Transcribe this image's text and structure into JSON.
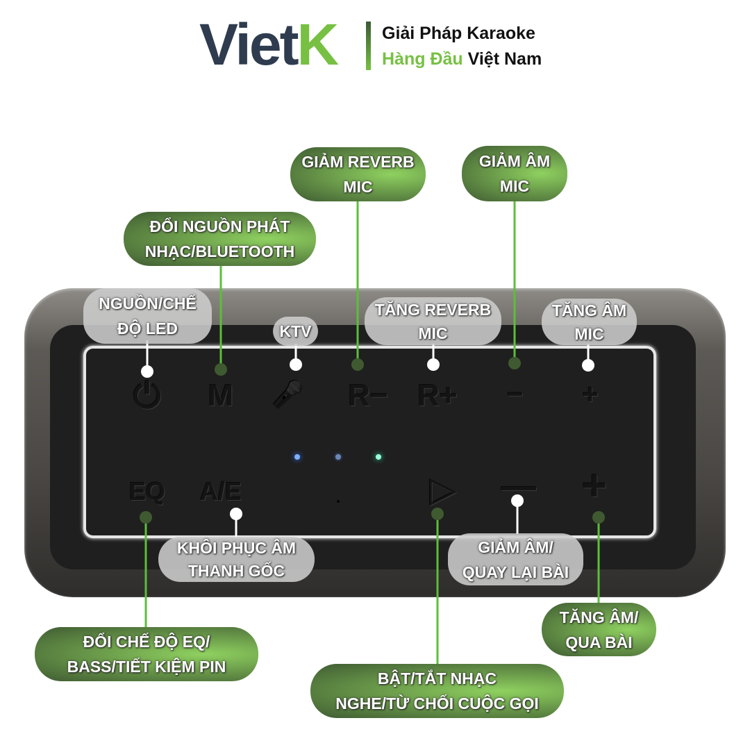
{
  "brand": {
    "logo_main": "Viet",
    "logo_accent": "K",
    "tagline_line1": "Giải Pháp Karaoke",
    "tagline_line2_green": "Hàng Đầu",
    "tagline_line2_dark": "Việt Nam",
    "accent_color": "#77c043",
    "dark_color": "#2f3c4f"
  },
  "buttons": {
    "power": "⏻",
    "mode": "M",
    "ktv": "🎤",
    "reverb_down": "R−",
    "reverb_up": "R+",
    "mic_down": "−",
    "mic_up": "+",
    "eq": "EQ",
    "ae": "A/E",
    "play": "▷",
    "vol_down": "—",
    "vol_up": "+"
  },
  "labels": {
    "giam_reverb": [
      "GIẢM REVERB",
      "MIC"
    ],
    "giam_am_mic": [
      "GIẢM ÂM",
      "MIC"
    ],
    "doi_nguon": [
      "ĐỔI NGUỒN PHÁT",
      "NHẠC/BLUETOOTH"
    ],
    "nguon_led": [
      "NGUỒN/CHẾ",
      "ĐỘ LED"
    ],
    "ktv": "KTV",
    "tang_reverb": [
      "TĂNG REVERB",
      "MIC"
    ],
    "tang_am_mic": [
      "TĂNG ÂM",
      "MIC"
    ],
    "khoi_phuc": [
      "KHÔI PHỤC ÂM",
      "THANH GỐC"
    ],
    "giam_am_quay": [
      "GIẢM ÂM/",
      "QUAY LẠI BÀI"
    ],
    "doi_eq": [
      "ĐỔI CHẾ ĐỘ EQ/",
      "BASS/TIẾT KIỆM PIN"
    ],
    "bat_tat": [
      "BẬT/TẮT NHẠC",
      "NGHE/TỪ CHỐI CUỘC GỌI"
    ],
    "tang_am_qua": [
      "TĂNG ÂM/",
      "QUA BÀI"
    ]
  }
}
